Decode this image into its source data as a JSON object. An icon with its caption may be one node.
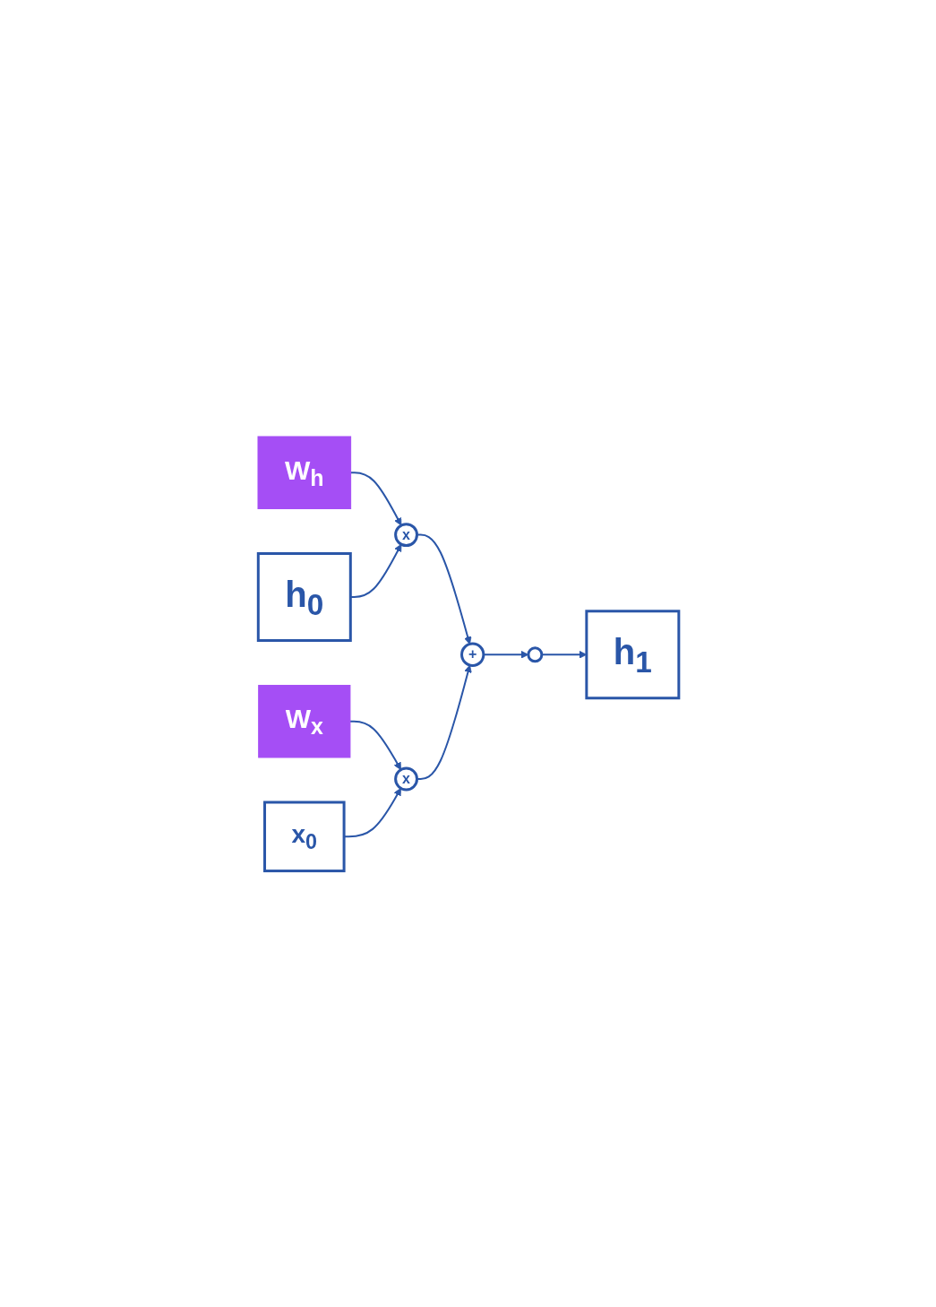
{
  "diagram": {
    "nodes": [
      {
        "text": [
          "W$_{h}$"
        ]
      },
      {
        "text": [
          "h$_{0}$"
        ]
      },
      {
        "text": [
          "x"
        ]
      },
      {
        "text": [
          "+"
        ]
      },
      {
        "text": [],
        "shape": "circle"
      },
      {
        "text": [
          "h$_{1}$"
        ]
      },
      {
        "text": [
          "W$_{x}$"
        ]
      },
      {
        "text": [
          "x"
        ]
      },
      {
        "text": [
          "x$_{0}$"
        ]
      }
    ],
    "edges": [
      {
        "from": 0,
        "to": 2,
        "arrow": "to"
      },
      {
        "from": 1,
        "to": 2,
        "arrow": "to"
      },
      {
        "from": 2,
        "to": 3,
        "arrow": "to"
      },
      {
        "from": 3,
        "to": 4,
        "arrow": "to"
      },
      {
        "from": 4,
        "to": 5,
        "arrow": "to"
      },
      {
        "from": 6,
        "to": 7,
        "arrow": "to"
      },
      {
        "from": 7,
        "to": 3,
        "arrow": "to"
      },
      {
        "from": 8,
        "to": 7,
        "arrow": "to"
      }
    ]
  }
}
